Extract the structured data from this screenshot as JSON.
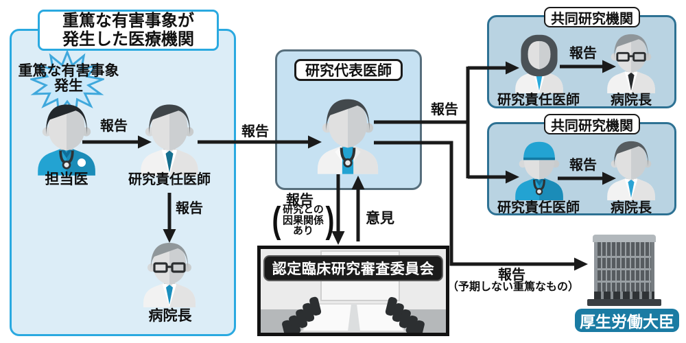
{
  "palette": {
    "left_box_fill": "#dcedf7",
    "left_box_border": "#2aa9e0",
    "center_box_fill": "#c6e1f2",
    "center_box_border": "#566e7c",
    "partner_box_fill": "#b9d3e2",
    "partner_box_border": "#2d7193",
    "accent_teal": "#23a3d2",
    "arrow_black": "#1a1a1a",
    "committee_label_bg": "#1b1b1b",
    "ministry_label_bg": "#1a7ba3",
    "burst_fill": "#c9e8fa",
    "burst_stroke": "#3fa8dc"
  },
  "source_box": {
    "title_line1": "重篤な有害事象が",
    "title_line2": "発生した医療機関",
    "burst_line1": "重篤な有害事象",
    "burst_line2": "発生",
    "attending_label": "担当医",
    "pi_label": "研究責任医師",
    "director_label": "病院長"
  },
  "center_box": {
    "title": "研究代表医師"
  },
  "committee": {
    "title": "認定臨床研究審査委員会"
  },
  "partner1": {
    "title": "共同研究機関",
    "pi_label": "研究責任医師",
    "director_label": "病院長"
  },
  "partner2": {
    "title": "共同研究機関",
    "pi_label": "研究責任医師",
    "director_label": "病院長"
  },
  "ministry": {
    "label": "厚生労働大臣"
  },
  "labels": {
    "report": "報告",
    "opinion": "意見",
    "causal_line1": "研究との",
    "causal_line2": "因果関係",
    "causal_line3": "あり",
    "unexpected_note": "（予期しない重篤なもの）"
  }
}
